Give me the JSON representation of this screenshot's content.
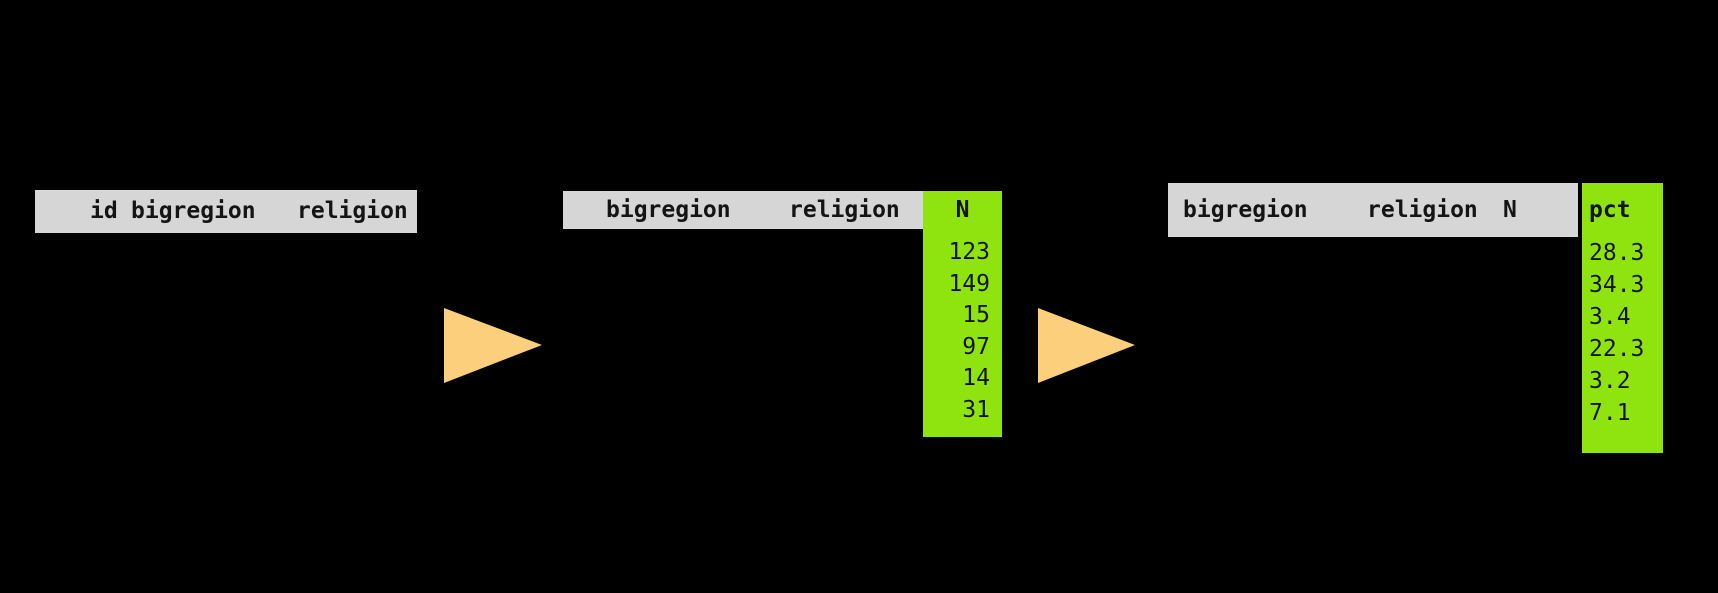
{
  "colors": {
    "bg": "#000000",
    "header_bg": "#d6d6d6",
    "highlight_bg": "#8fe410",
    "arrow": "#fbcf7b",
    "text": "#141414"
  },
  "pipeline": {
    "step1": {
      "columns": {
        "c1": "id",
        "c2": "bigregion",
        "c3": "religion"
      }
    },
    "step2": {
      "columns": {
        "c1": "bigregion",
        "c2": "religion"
      },
      "highlight": {
        "header": "N",
        "rows": [
          "123",
          "149",
          "15",
          "97",
          "14",
          "31"
        ]
      }
    },
    "step3": {
      "columns": {
        "c1": "bigregion",
        "c2": "religion",
        "c3": "N"
      },
      "highlight": {
        "header": "pct",
        "rows": [
          "28.3",
          "34.3",
          "3.4",
          "22.3",
          "3.2",
          "7.1"
        ]
      }
    }
  }
}
